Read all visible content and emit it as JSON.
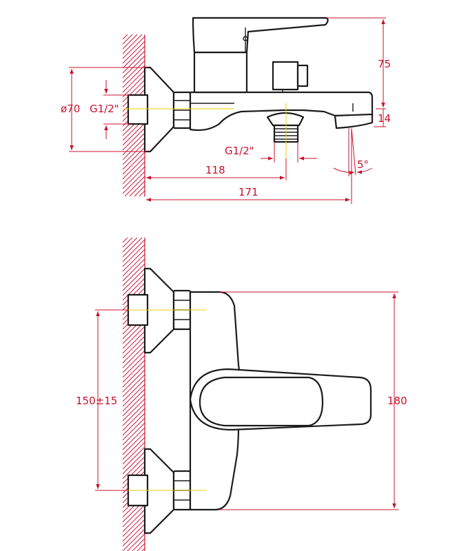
{
  "colors": {
    "dimension": "#c8102e",
    "outline": "#1a1a1a",
    "centerline": "#e8d200",
    "background": "#ffffff"
  },
  "side_view": {
    "dims": {
      "height_top": "75",
      "spout_drop": "14",
      "flange_diameter": "ø70",
      "inlet_thread": "G1/2\"",
      "outlet_thread": "G1/2\"",
      "outlet_distance": "118",
      "total_length": "171",
      "spout_angle": "5°"
    }
  },
  "front_view": {
    "dims": {
      "inlet_spacing": "150±15",
      "body_height": "180"
    }
  }
}
